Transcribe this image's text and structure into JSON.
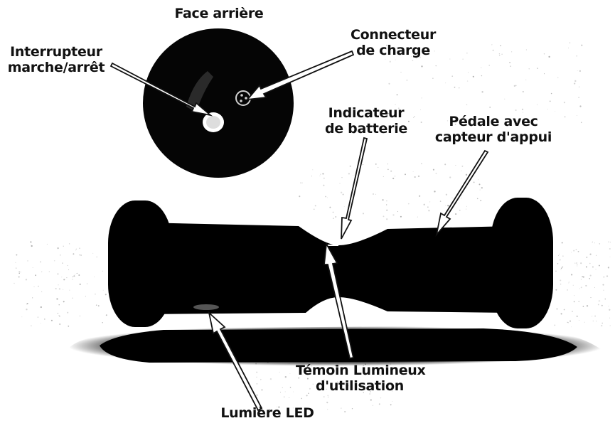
{
  "diagram": {
    "labels": {
      "face_arriere": "Face arrière",
      "interrupteur": {
        "line1": "Interrupteur",
        "line2": "marche/arrêt"
      },
      "connecteur": {
        "line1": "Connecteur",
        "line2": "de charge"
      },
      "indicateur": {
        "line1": "Indicateur",
        "line2": "de batterie"
      },
      "pedale": {
        "line1": "Pédale avec",
        "line2": "capteur d'appui"
      },
      "temoin": {
        "line1": "Témoin Lumineux",
        "line2": "d'utilisation"
      },
      "led": "Lumière LED"
    },
    "colors": {
      "ink": "#111111",
      "outline_fill": "#ffffff",
      "speckle": "#9a9a9a"
    }
  }
}
